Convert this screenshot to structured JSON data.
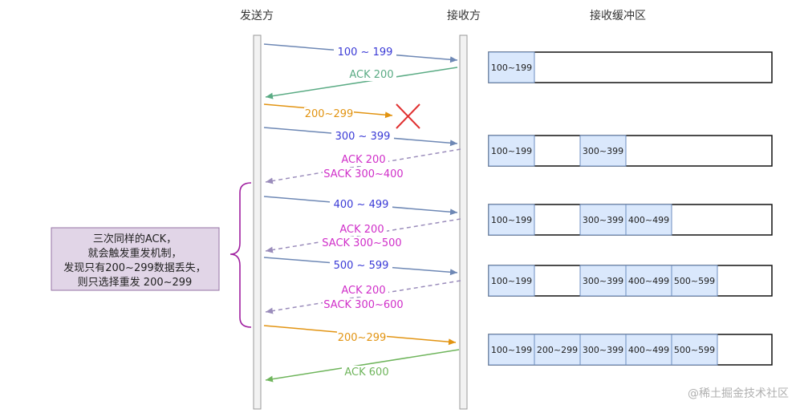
{
  "headers": {
    "sender": "发送方",
    "receiver": "接收方",
    "buffer": "接收缓冲区"
  },
  "messages": [
    {
      "label": "100 ~ 199",
      "color": "#3a3ad6",
      "line": "#6e88b5",
      "style": "solid",
      "dir": "right",
      "lost": false
    },
    {
      "label": "ACK 200",
      "color": "#5aab84",
      "line": "#5aab84",
      "style": "solid",
      "dir": "left",
      "lost": false
    },
    {
      "label": "200~299",
      "color": "#e29412",
      "line": "#e29412",
      "style": "solid",
      "dir": "right",
      "lost": true
    },
    {
      "label": "300 ~ 399",
      "color": "#3a3ad6",
      "line": "#6e88b5",
      "style": "solid",
      "dir": "right",
      "lost": false
    },
    {
      "label": "ACK 200",
      "label2": "SACK 300~400",
      "color": "#d02fc9",
      "line": "#9a8cbb",
      "style": "dashed",
      "dir": "left",
      "lost": false
    },
    {
      "label": "400 ~ 499",
      "color": "#3a3ad6",
      "line": "#6e88b5",
      "style": "solid",
      "dir": "right",
      "lost": false
    },
    {
      "label": "ACK 200",
      "label2": "SACK 300~500",
      "color": "#d02fc9",
      "line": "#9a8cbb",
      "style": "dashed",
      "dir": "left",
      "lost": false
    },
    {
      "label": "500 ~ 599",
      "color": "#3a3ad6",
      "line": "#6e88b5",
      "style": "solid",
      "dir": "right",
      "lost": false
    },
    {
      "label": "ACK 200",
      "label2": "SACK 300~600",
      "color": "#d02fc9",
      "line": "#9a8cbb",
      "style": "dashed",
      "dir": "left",
      "lost": false
    },
    {
      "label": "200~299",
      "color": "#e29412",
      "line": "#e29412",
      "style": "solid",
      "dir": "right",
      "lost": false
    },
    {
      "label": "ACK 600",
      "color": "#6fb55c",
      "line": "#6fb55c",
      "style": "solid",
      "dir": "left",
      "lost": false
    }
  ],
  "buffers": [
    [
      "100~199",
      "",
      "",
      "",
      "",
      ""
    ],
    [
      "100~199",
      "",
      "300~399",
      "",
      "",
      ""
    ],
    [
      "100~199",
      "",
      "300~399",
      "400~499",
      "",
      ""
    ],
    [
      "100~199",
      "",
      "300~399",
      "400~499",
      "500~599",
      ""
    ],
    [
      "100~199",
      "200~299",
      "300~399",
      "400~499",
      "500~599",
      ""
    ]
  ],
  "note": {
    "lines": [
      "三次同样的ACK，",
      "就会触发重发机制，",
      "发现只有200~299数据丢失，",
      "则只选择重发 200~299"
    ]
  },
  "watermark": "@稀土掘金技术社区",
  "colors": {
    "filled_cell": "#dae8fc",
    "filled_border": "#6c8ebf",
    "note_bg": "#e1d5e7",
    "note_border": "#9673a6",
    "brace": "#a020a0",
    "lost_x": "#e03030",
    "timeline_fill": "#f2f2f2",
    "timeline_border": "#9a9a9a"
  }
}
